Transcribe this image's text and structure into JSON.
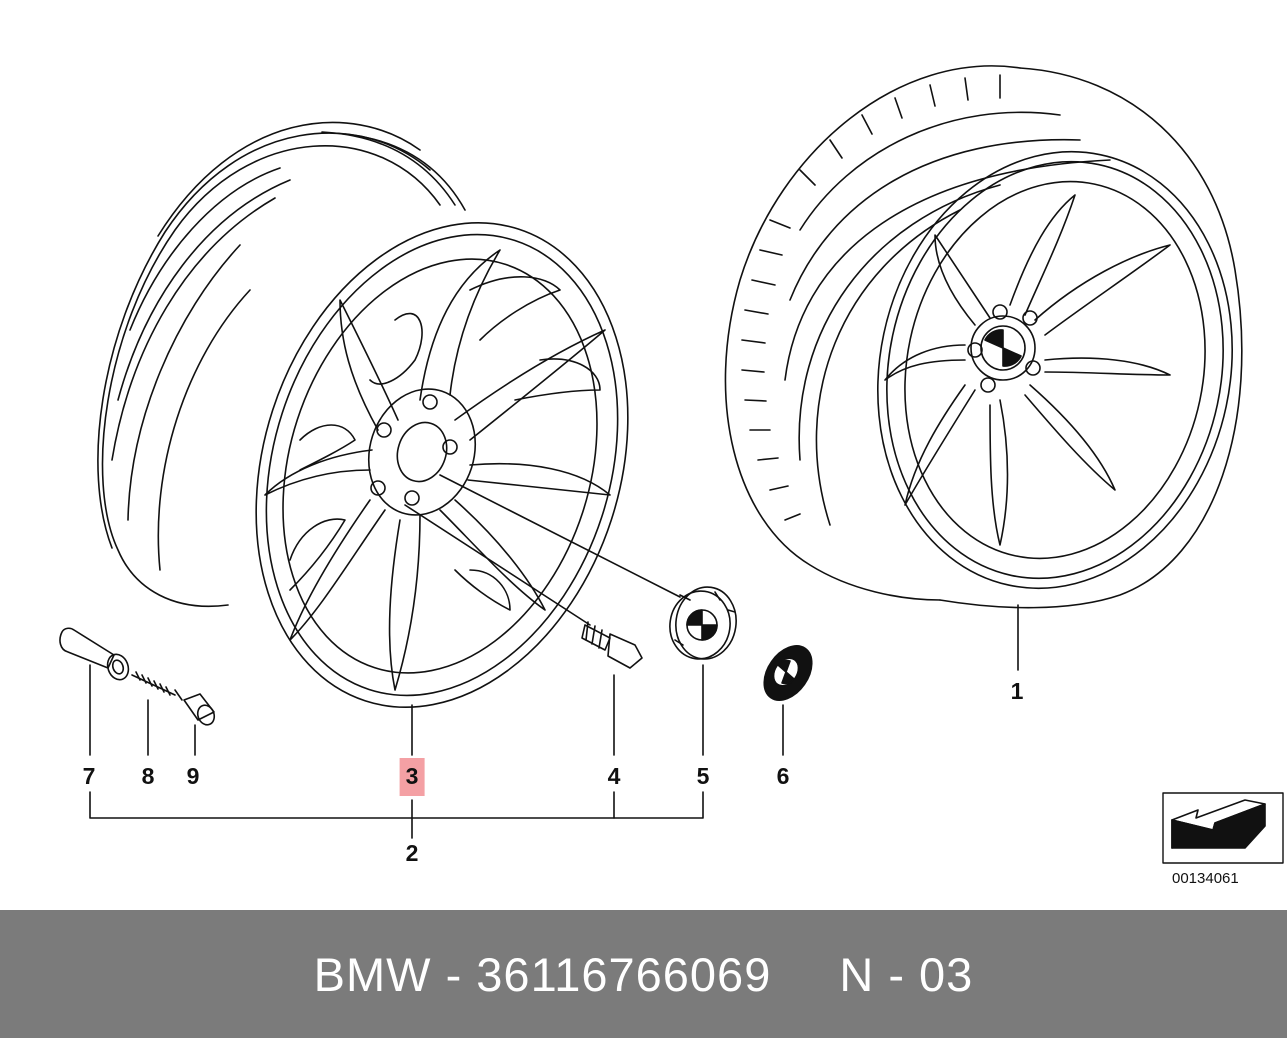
{
  "callouts": {
    "c1": "1",
    "c2": "2",
    "c3": "3",
    "c4": "4",
    "c5": "5",
    "c6": "6",
    "c7": "7",
    "c8": "8",
    "c9": "9"
  },
  "highlight_color": "#f4a0a4",
  "reference_code": "00134061",
  "footer": {
    "part_label": "BMW - 36116766069",
    "page_label": "N - 03"
  },
  "icons": [
    "wheel-rim-icon",
    "complete-wheel-icon",
    "valve-icon",
    "valve-core-icon",
    "valve-cap-icon",
    "wheel-bolt-icon",
    "hub-cap-icon",
    "emblem-icon",
    "back-arrow-icon"
  ]
}
